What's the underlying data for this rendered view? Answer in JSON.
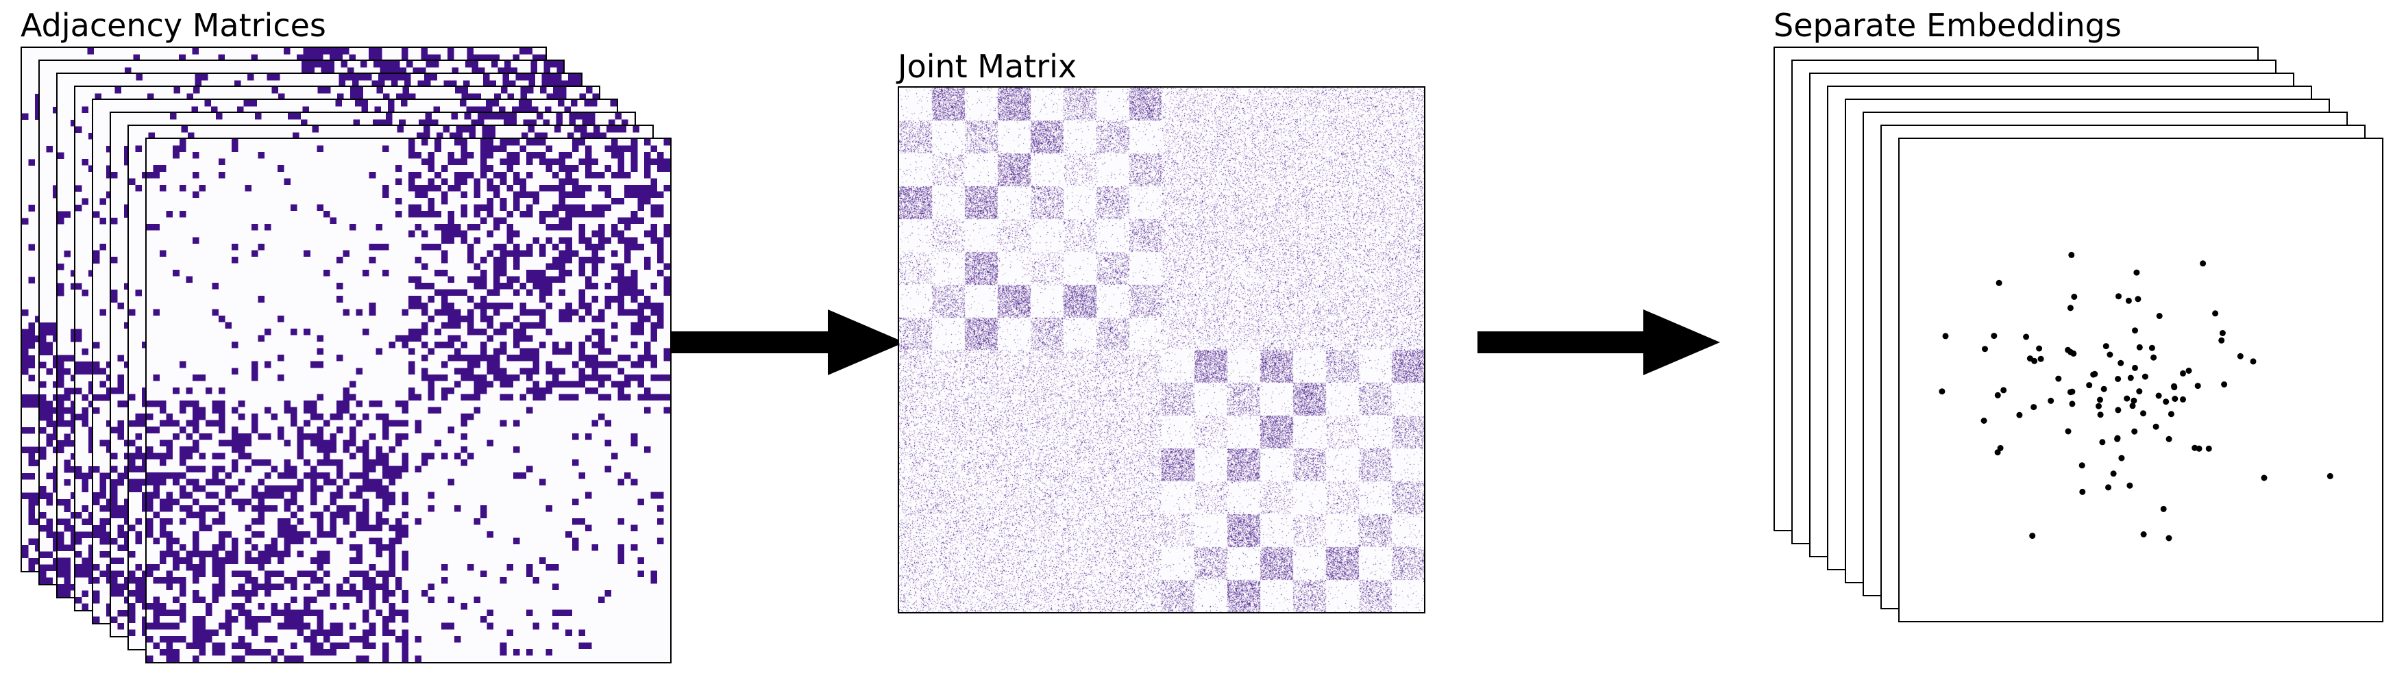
{
  "titles": {
    "adjacency": "Adjacency Matrices",
    "joint": "Joint Matrix",
    "embeddings": "Separate Embeddings"
  },
  "colors": {
    "edge": "#3f0f86",
    "background": "#fcfbfd",
    "embedding_point": "#000000",
    "arrow": "#000000",
    "panel_border": "#000000"
  },
  "adjacency": {
    "num_matrices": 8,
    "num_nodes": 80,
    "within_block_probability_low": 0.08,
    "between_block_probability_high": 0.45
  },
  "joint": {
    "num_graphs": 8,
    "checker_cells_per_side": 8,
    "densities": [
      "high",
      "medium",
      "low"
    ]
  },
  "embeddings": {
    "num_panels": 8,
    "num_points": 96
  }
}
